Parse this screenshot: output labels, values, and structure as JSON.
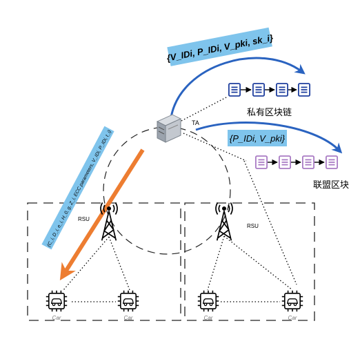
{
  "labels": {
    "ta": "TA",
    "private_chain": "私有区块链",
    "consortium_chain": "联盟区块",
    "rsu_left": "RSU",
    "rsu_right": "RSU",
    "car_1": "Car",
    "car_2": "Car",
    "car_3": "Car",
    "car_4": "Car"
  },
  "formulas": {
    "private": "{V_IDi, P_IDi, V_pki, sk_i}",
    "consortium": "{P_IDi, V_pki}",
    "vehicle": "(C_i, D_i, e_i, H_0, g, Z_i, ECC parameters, V_IDi, P_IDi, t_i)"
  },
  "colors": {
    "blue_arrow": "#2a63c0",
    "orange_arrow": "#ed7d31",
    "highlight": "#7fc4ec",
    "private_block": "#1f3f9e",
    "consortium_block": "#a97bc4"
  }
}
